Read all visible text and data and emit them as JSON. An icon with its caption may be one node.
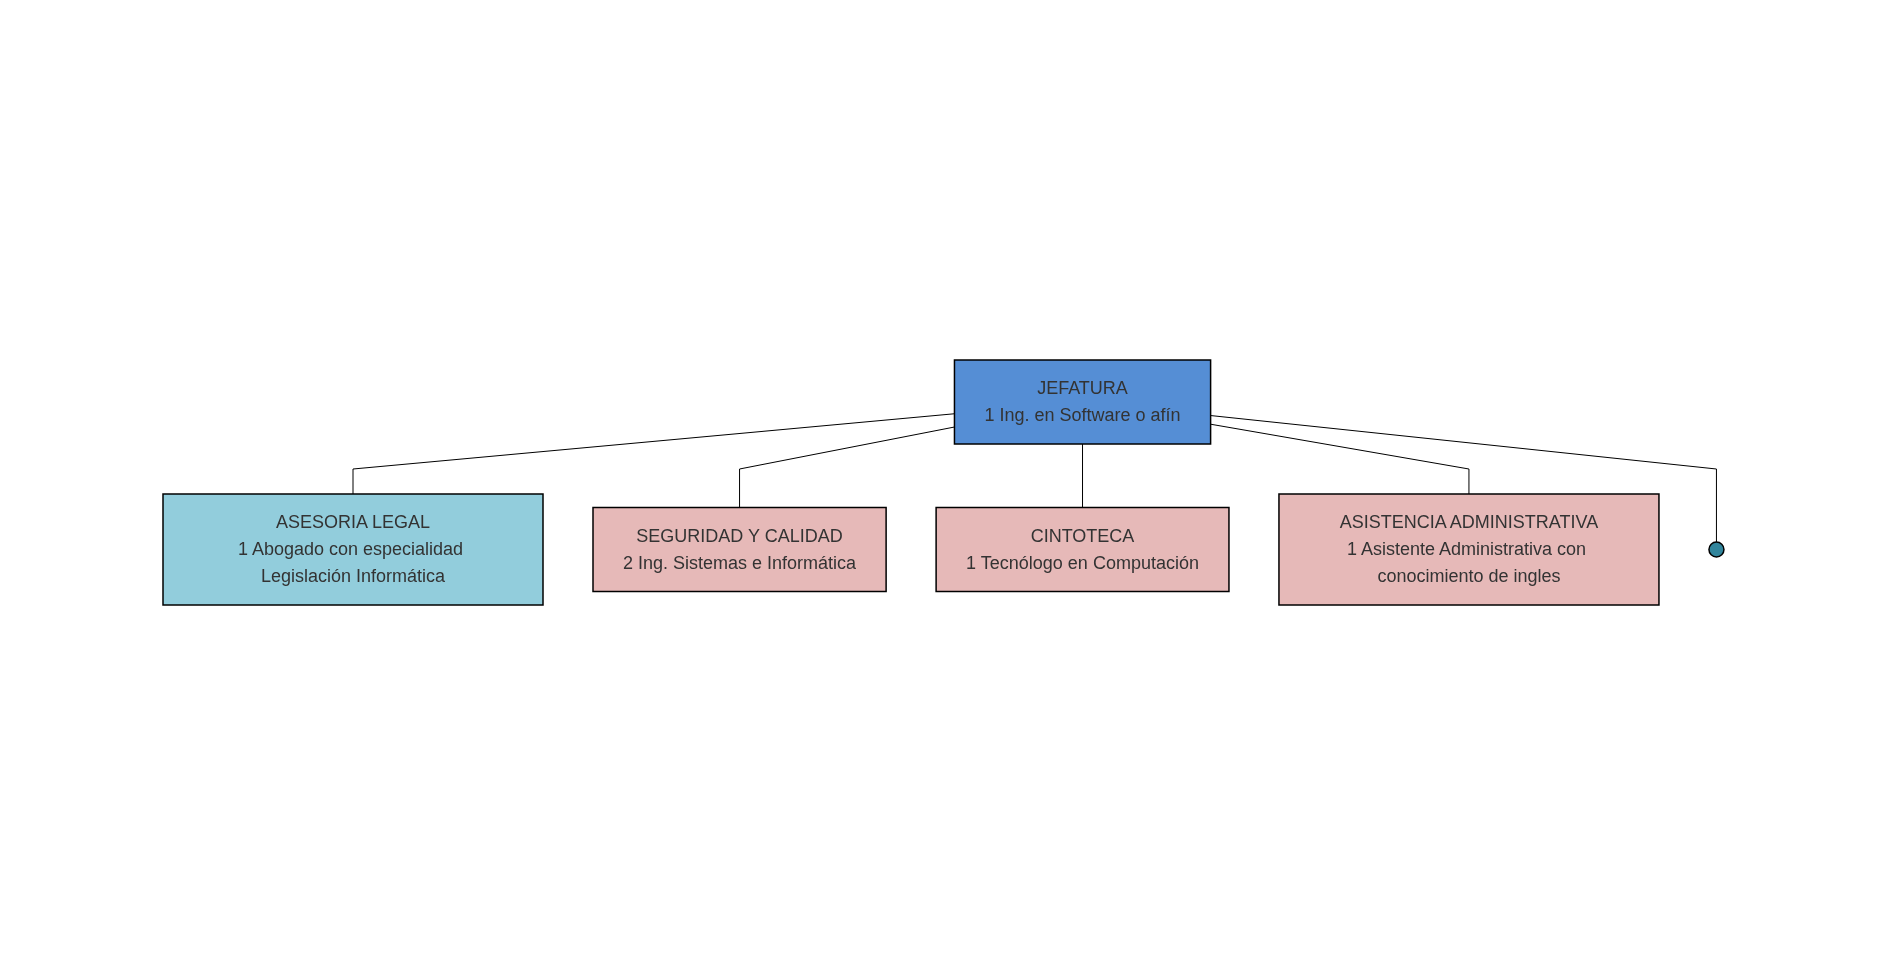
{
  "diagram": {
    "nodes": [
      {
        "text": [
          "JEFATURA",
          "1 Ing. en Software o afín"
        ]
      },
      {
        "text": [
          "ASESORIA LEGAL",
          "1 Abogado con especialidad Legislación Informática"
        ]
      },
      {
        "text": [
          "SEGURIDAD Y CALIDAD",
          "2 Ing. Sistemas e Informática"
        ]
      },
      {
        "text": [
          "CINTOTECA",
          "1 Tecnólogo en Computación"
        ]
      },
      {
        "text": [
          "ASISTENCIA ADMINISTRATIVA",
          "1 Asistente Administrativa con conocimiento de ingles"
        ]
      },
      {
        "text": [],
        "shape": "circle"
      }
    ],
    "edges": [
      {
        "from": 0,
        "to": 1,
        "arrow": "none"
      },
      {
        "from": 0,
        "to": 2,
        "arrow": "none"
      },
      {
        "from": 0,
        "to": 3,
        "arrow": "none"
      },
      {
        "from": 0,
        "to": 4,
        "arrow": "none"
      },
      {
        "from": 0,
        "to": 5,
        "arrow": "none"
      }
    ]
  }
}
